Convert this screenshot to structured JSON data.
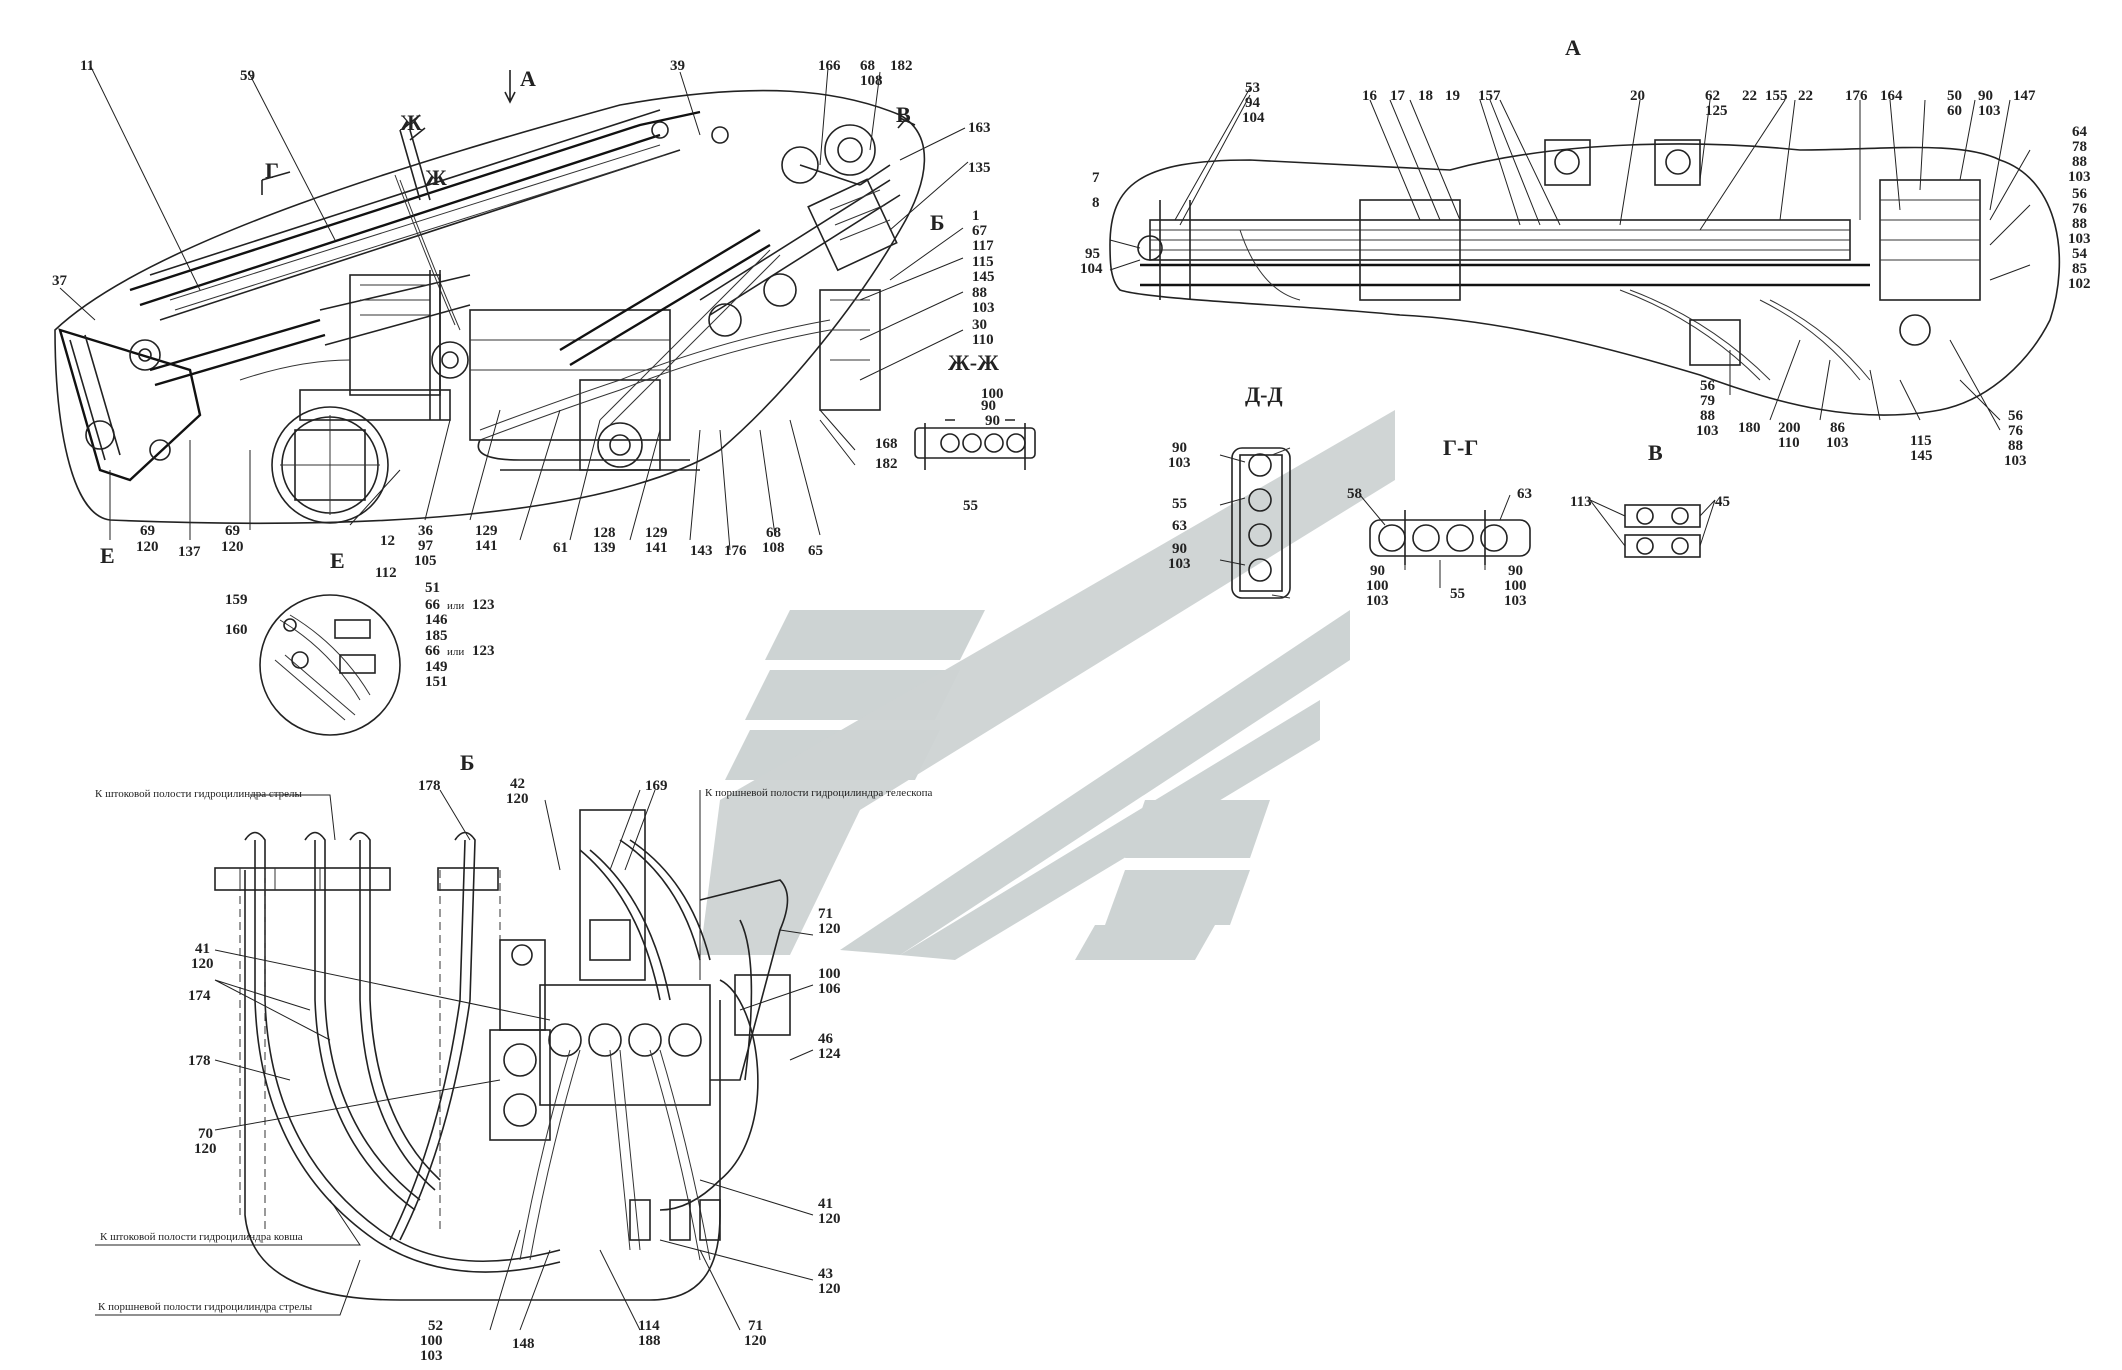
{
  "views": {
    "a": "А",
    "b": "Б",
    "v": "В",
    "g": "Г",
    "gg": "Г-Г",
    "dd": "Д-Д",
    "e": "Е",
    "zh": "Ж",
    "zhzh": "Ж-Ж"
  },
  "notes": {
    "rod_boom": "К штоковой полости гидроцилиндра стрелы",
    "piston_tele": "К поршневой полости гидроцилиндра телескопа",
    "rod_bucket": "К штоковой полости гидроцилиндра ковша",
    "piston_boom": "К поршневой полости гидроцилиндра стрелы"
  },
  "labels": {
    "l11": "11",
    "l59": "59",
    "l39": "39",
    "l166": "166",
    "l68": "68",
    "l108": "108",
    "l182": "182",
    "l163": "163",
    "l135": "135",
    "l1": "1",
    "l67": "67",
    "l117": "117",
    "l115": "115",
    "l145": "145",
    "l88": "88",
    "l103": "103",
    "l30": "30",
    "l110": "110",
    "l168": "168",
    "l37": "37",
    "l69": "69",
    "l120": "120",
    "l137": "137",
    "l12": "12",
    "l36": "36",
    "l97": "97",
    "l105": "105",
    "l129": "129",
    "l141": "141",
    "l61": "61",
    "l128": "128",
    "l139": "139",
    "l143": "143",
    "l176": "176",
    "l65": "65",
    "l90": "90",
    "l100": "100",
    "l55": "55",
    "l112": "112",
    "l51": "51",
    "l66": "66",
    "l_ili": "или",
    "l123": "123",
    "l146": "146",
    "l185": "185",
    "l149": "149",
    "l151": "151",
    "l159": "159",
    "l160": "160",
    "l53": "53",
    "l94": "94",
    "l104": "104",
    "l16": "16",
    "l17": "17",
    "l18": "18",
    "l19": "19",
    "l157": "157",
    "l20": "20",
    "l62": "62",
    "l125": "125",
    "l22": "22",
    "l155": "155",
    "l164": "164",
    "l50": "50",
    "l60": "60",
    "l147": "147",
    "l64": "64",
    "l78": "78",
    "l56": "56",
    "l76": "76",
    "l54": "54",
    "l85": "85",
    "l102": "102",
    "l7": "7",
    "l8": "8",
    "l95": "95",
    "l79": "79",
    "l180": "180",
    "l200": "200",
    "l86": "86",
    "l58": "58",
    "l63": "63",
    "l113": "113",
    "l45": "45",
    "l178": "178",
    "l42": "42",
    "l169": "169",
    "l41": "41",
    "l174": "174",
    "l70": "70",
    "l71": "71",
    "l106": "106",
    "l46": "46",
    "l124": "124",
    "l43": "43",
    "l52": "52",
    "l148": "148",
    "l114": "114",
    "l188": "188"
  },
  "colors": {
    "ink": "#222222",
    "watermark": "#cdd3d3",
    "background": "#ffffff"
  }
}
